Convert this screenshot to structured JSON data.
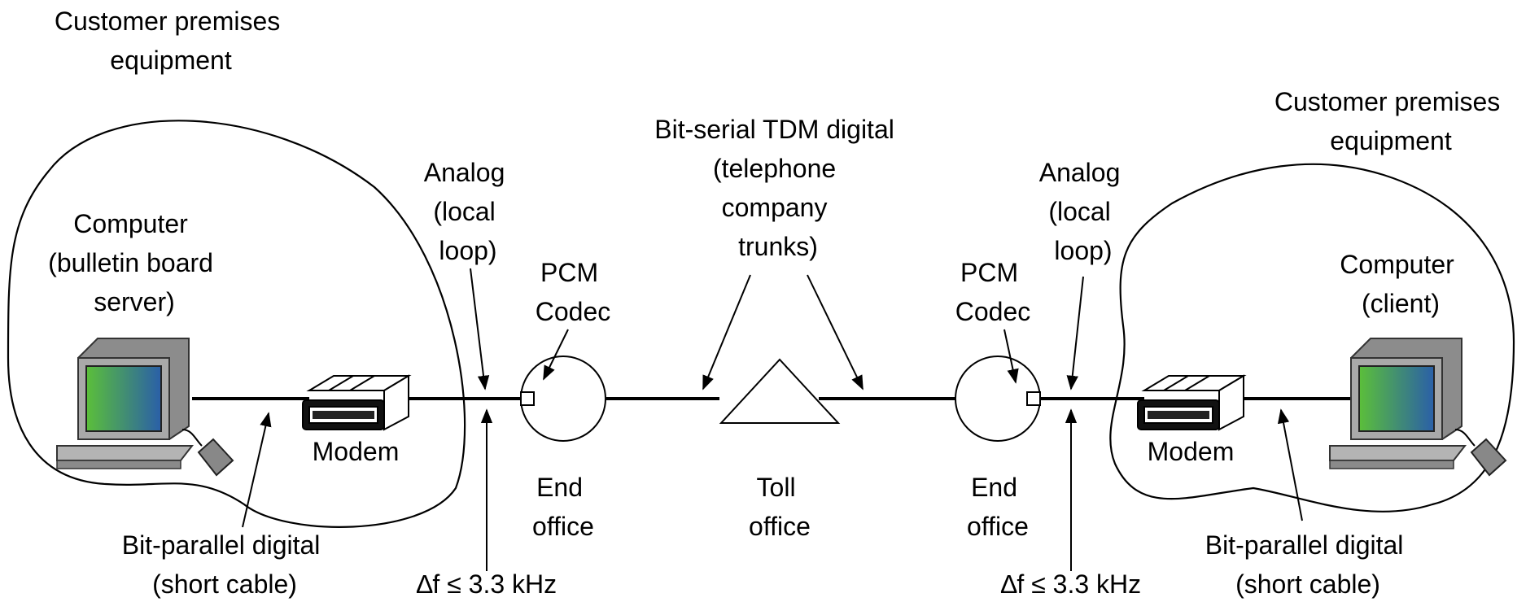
{
  "labels": {
    "cpe_left": [
      "Customer premises",
      "equipment"
    ],
    "cpe_right": [
      "Customer premises",
      "equipment"
    ],
    "computer_left": [
      "Computer",
      "(bulletin board",
      "server)"
    ],
    "computer_right": [
      "Computer",
      "(client)"
    ],
    "modem_left": "Modem",
    "modem_right": "Modem",
    "analog_left": [
      "Analog",
      "(local",
      "loop)"
    ],
    "analog_right": [
      "Analog",
      "(local",
      "loop)"
    ],
    "pcm_left": [
      "PCM",
      "Codec"
    ],
    "pcm_right": [
      "PCM",
      "Codec"
    ],
    "tdm": [
      "Bit-serial TDM digital",
      "(telephone",
      "company",
      "trunks)"
    ],
    "end_office_left": [
      "End",
      "office"
    ],
    "end_office_right": [
      "End",
      "office"
    ],
    "toll_office": [
      "Toll",
      "office"
    ],
    "bitpar_left": [
      "Bit-parallel digital",
      "(short cable)"
    ],
    "bitpar_right": [
      "Bit-parallel digital",
      "(short cable)"
    ],
    "bandwidth_left": "∆f ≤ 3.3 kHz",
    "bandwidth_right": "∆f ≤ 3.3 kHz"
  },
  "colors": {
    "line": "#000000",
    "screen_gradient": [
      "#5bbf3a",
      "#2a5fa8"
    ],
    "computer_body": "#9a9a9a",
    "computer_dark": "#555555"
  },
  "icons": [
    "computer-icon",
    "modem-icon",
    "mouse-icon",
    "codec-circle",
    "toll-triangle"
  ]
}
